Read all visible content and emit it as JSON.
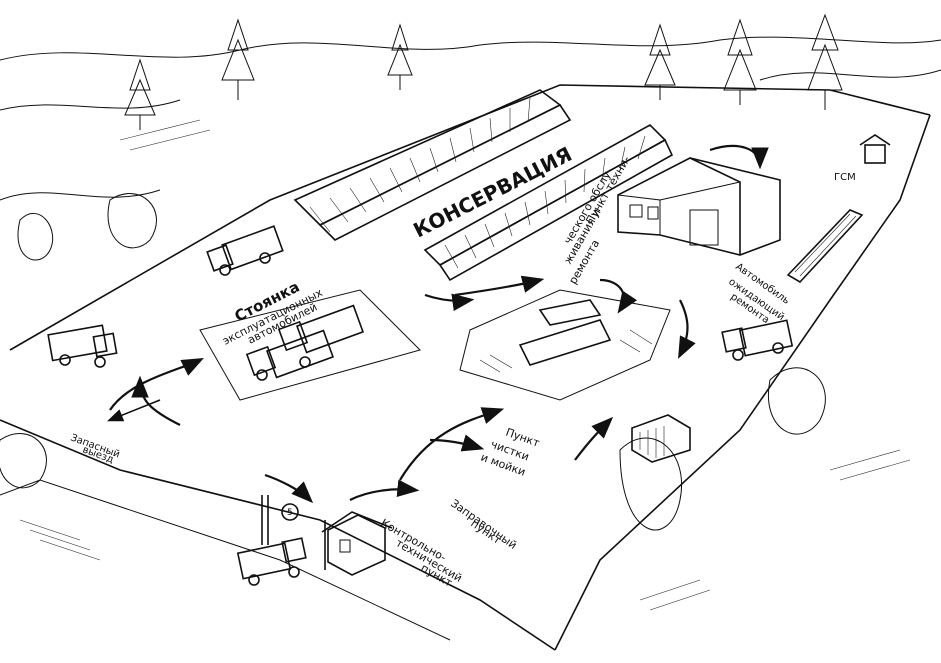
{
  "labels": {
    "conservation": "КОНСЕРВАЦИЯ",
    "parking_line1": "Стоянка",
    "parking_line2": "эксплуатационных",
    "parking_line3": "автомобилей",
    "service_line1": "Пункт техни-",
    "service_line2": "ческого обслу-",
    "service_line3": "живания и",
    "service_line4": "ремонта",
    "repair_wait_line1": "Автомобиль",
    "repair_wait_line2": "ожидающий",
    "repair_wait_line3": "ремонта",
    "reserve_exit_line1": "Запасный",
    "reserve_exit_line2": "выезд",
    "wash_line1": "Пункт",
    "wash_line2": "чистки",
    "wash_line3": "и мойки",
    "fuel_line1": "Заправочный",
    "fuel_line2": "пункт",
    "checkpoint_line1": "Контрольно-",
    "checkpoint_line2": "технический",
    "checkpoint_line3": "пункт",
    "gsm": "ГСМ",
    "speed_sign": "5"
  },
  "colors": {
    "ink": "#111111",
    "paper": "#ffffff"
  }
}
